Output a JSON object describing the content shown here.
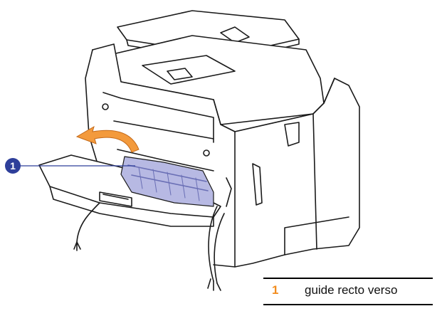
{
  "callout": {
    "number": "1"
  },
  "legend": {
    "items": [
      {
        "number": "1",
        "label": "guide recto verso"
      }
    ],
    "number_color": "#f28c1e"
  },
  "colors": {
    "callout_badge": "#2e3f9a",
    "arrow": "#f39a3c",
    "printer_outline": "#1a1a1a",
    "guide_highlight": "#b7b9e3"
  }
}
